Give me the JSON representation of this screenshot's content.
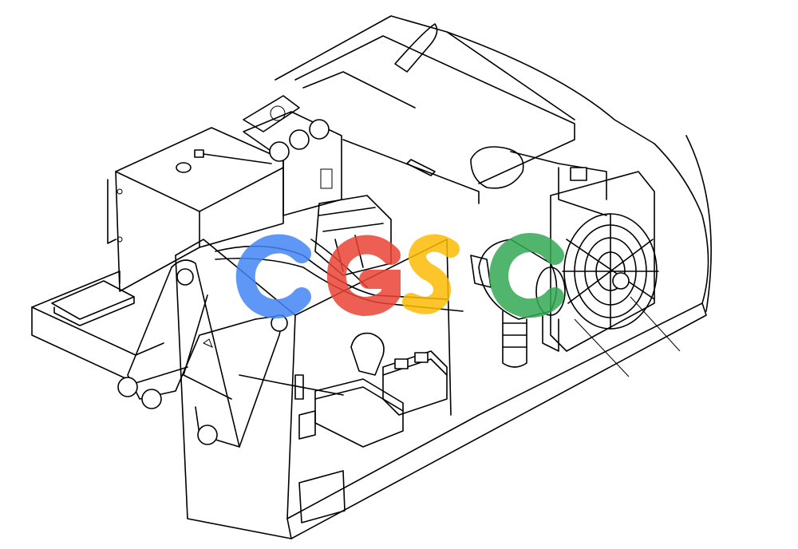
{
  "figure": {
    "kind": "isometric machine-interior line drawing",
    "line_color": "#000000",
    "background_color": "#ffffff"
  },
  "watermark": {
    "text": "CGSC",
    "letters": [
      {
        "char": "C",
        "color": "#4285F4"
      },
      {
        "char": "G",
        "color": "#EA4335"
      },
      {
        "char": "S",
        "color": "#FBBC05"
      },
      {
        "char": "C",
        "color": "#34A853"
      }
    ]
  }
}
